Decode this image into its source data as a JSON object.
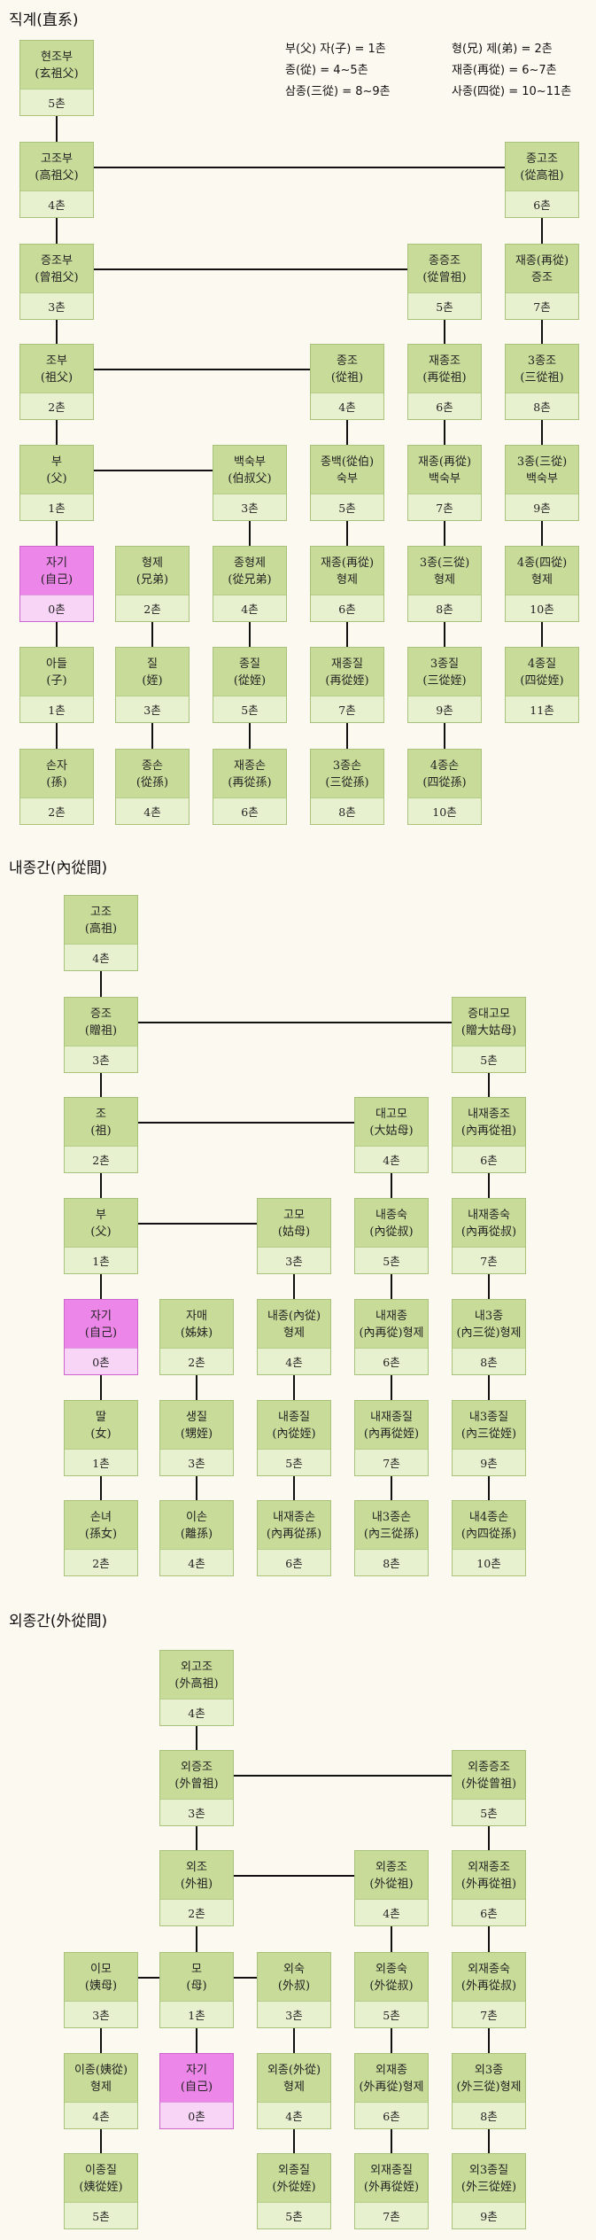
{
  "sections": [
    {
      "title": "직계(直系)",
      "legend": [
        [
          "부(父) 자(子) = 1촌",
          "형(兄) 제(弟) = 2촌"
        ],
        [
          "종(從) = 4~5촌",
          "재종(再從) = 6~7촌"
        ],
        [
          "삼종(三從) = 8~9촌",
          "사종(四從) = 10~11촌"
        ]
      ],
      "nodes": [
        {
          "id": "a",
          "c": 0,
          "r": 0,
          "l1": "현조부",
          "l2": "(玄祖父)",
          "d": "5촌"
        },
        {
          "id": "b",
          "c": 0,
          "r": 1,
          "l1": "고조부",
          "l2": "(高祖父)",
          "d": "4촌"
        },
        {
          "id": "c",
          "c": 5,
          "r": 1,
          "l1": "종고조",
          "l2": "(從高祖)",
          "d": "6촌"
        },
        {
          "id": "d",
          "c": 0,
          "r": 2,
          "l1": "증조부",
          "l2": "(曾祖父)",
          "d": "3촌"
        },
        {
          "id": "e",
          "c": 4,
          "r": 2,
          "l1": "종증조",
          "l2": "(從曾祖)",
          "d": "5촌"
        },
        {
          "id": "f",
          "c": 5,
          "r": 2,
          "l1": "재종(再從)",
          "l2": "증조",
          "d": "7촌"
        },
        {
          "id": "g",
          "c": 0,
          "r": 3,
          "l1": "조부",
          "l2": "(祖父)",
          "d": "2촌"
        },
        {
          "id": "h",
          "c": 3,
          "r": 3,
          "l1": "종조",
          "l2": "(從祖)",
          "d": "4촌"
        },
        {
          "id": "i",
          "c": 4,
          "r": 3,
          "l1": "재종조",
          "l2": "(再從祖)",
          "d": "6촌"
        },
        {
          "id": "j",
          "c": 5,
          "r": 3,
          "l1": "3종조",
          "l2": "(三從祖)",
          "d": "8촌"
        },
        {
          "id": "k",
          "c": 0,
          "r": 4,
          "l1": "부",
          "l2": "(父)",
          "d": "1촌"
        },
        {
          "id": "l",
          "c": 2,
          "r": 4,
          "l1": "백숙부",
          "l2": "(伯叔父)",
          "d": "3촌"
        },
        {
          "id": "m",
          "c": 3,
          "r": 4,
          "l1": "종백(從伯)",
          "l2": "숙부",
          "d": "5촌"
        },
        {
          "id": "n",
          "c": 4,
          "r": 4,
          "l1": "재종(再從)",
          "l2": "백숙부",
          "d": "7촌"
        },
        {
          "id": "o",
          "c": 5,
          "r": 4,
          "l1": "3종(三從)",
          "l2": "백숙부",
          "d": "9촌"
        },
        {
          "id": "p",
          "c": 0,
          "r": 5,
          "l1": "자기",
          "l2": "(自己)",
          "d": "0촌",
          "self": true
        },
        {
          "id": "q",
          "c": 1,
          "r": 5,
          "l1": "형제",
          "l2": "(兄弟)",
          "d": "2촌"
        },
        {
          "id": "r",
          "c": 2,
          "r": 5,
          "l1": "종형제",
          "l2": "(從兄弟)",
          "d": "4촌"
        },
        {
          "id": "s",
          "c": 3,
          "r": 5,
          "l1": "재종(再從)",
          "l2": "형제",
          "d": "6촌"
        },
        {
          "id": "t",
          "c": 4,
          "r": 5,
          "l1": "3종(三從)",
          "l2": "형제",
          "d": "8촌"
        },
        {
          "id": "u",
          "c": 5,
          "r": 5,
          "l1": "4종(四從)",
          "l2": "형제",
          "d": "10촌"
        },
        {
          "id": "v",
          "c": 0,
          "r": 6,
          "l1": "아들",
          "l2": "(子)",
          "d": "1촌"
        },
        {
          "id": "w",
          "c": 1,
          "r": 6,
          "l1": "질",
          "l2": "(姪)",
          "d": "3촌"
        },
        {
          "id": "x",
          "c": 2,
          "r": 6,
          "l1": "종질",
          "l2": "(從姪)",
          "d": "5촌"
        },
        {
          "id": "y",
          "c": 3,
          "r": 6,
          "l1": "재종질",
          "l2": "(再從姪)",
          "d": "7촌"
        },
        {
          "id": "z",
          "c": 4,
          "r": 6,
          "l1": "3종질",
          "l2": "(三從姪)",
          "d": "9촌"
        },
        {
          "id": "aa",
          "c": 5,
          "r": 6,
          "l1": "4종질",
          "l2": "(四從姪)",
          "d": "11촌"
        },
        {
          "id": "ab",
          "c": 0,
          "r": 7,
          "l1": "손자",
          "l2": "(孫)",
          "d": "2촌"
        },
        {
          "id": "ac",
          "c": 1,
          "r": 7,
          "l1": "종손",
          "l2": "(從孫)",
          "d": "4촌"
        },
        {
          "id": "ad",
          "c": 2,
          "r": 7,
          "l1": "재종손",
          "l2": "(再從孫)",
          "d": "6촌"
        },
        {
          "id": "ae",
          "c": 3,
          "r": 7,
          "l1": "3종손",
          "l2": "(三從孫)",
          "d": "8촌"
        },
        {
          "id": "af",
          "c": 4,
          "r": 7,
          "l1": "4종손",
          "l2": "(四從孫)",
          "d": "10촌"
        }
      ],
      "edges": [
        [
          "a",
          "b"
        ],
        [
          "b",
          "d"
        ],
        [
          "d",
          "g"
        ],
        [
          "g",
          "k"
        ],
        [
          "k",
          "p"
        ],
        [
          "p",
          "v"
        ],
        [
          "v",
          "ab"
        ],
        [
          "b",
          "c"
        ],
        [
          "c",
          "f"
        ],
        [
          "f",
          "j"
        ],
        [
          "j",
          "o"
        ],
        [
          "o",
          "u"
        ],
        [
          "u",
          "aa"
        ],
        [
          "d",
          "e"
        ],
        [
          "e",
          "i"
        ],
        [
          "i",
          "n"
        ],
        [
          "n",
          "t"
        ],
        [
          "t",
          "z"
        ],
        [
          "z",
          "af"
        ],
        [
          "g",
          "h"
        ],
        [
          "h",
          "m"
        ],
        [
          "m",
          "s"
        ],
        [
          "s",
          "y"
        ],
        [
          "y",
          "ae"
        ],
        [
          "k",
          "l"
        ],
        [
          "l",
          "r"
        ],
        [
          "r",
          "x"
        ],
        [
          "x",
          "ad"
        ],
        [
          "q",
          "w"
        ],
        [
          "w",
          "ac"
        ]
      ]
    },
    {
      "title": "내종간(內從間)",
      "nodes": [
        {
          "id": "a",
          "c": 0,
          "r": 0,
          "l1": "고조",
          "l2": "(高祖)",
          "d": "4촌"
        },
        {
          "id": "b",
          "c": 0,
          "r": 1,
          "l1": "증조",
          "l2": "(贈祖)",
          "d": "3촌"
        },
        {
          "id": "c",
          "c": 4,
          "r": 1,
          "l1": "증대고모",
          "l2": "(贈大姑母)",
          "d": "5촌"
        },
        {
          "id": "d",
          "c": 0,
          "r": 2,
          "l1": "조",
          "l2": "(祖)",
          "d": "2촌"
        },
        {
          "id": "e",
          "c": 3,
          "r": 2,
          "l1": "대고모",
          "l2": "(大姑母)",
          "d": "4촌"
        },
        {
          "id": "f",
          "c": 4,
          "r": 2,
          "l1": "내재종조",
          "l2": "(內再從祖)",
          "d": "6촌"
        },
        {
          "id": "g",
          "c": 0,
          "r": 3,
          "l1": "부",
          "l2": "(父)",
          "d": "1촌"
        },
        {
          "id": "h",
          "c": 2,
          "r": 3,
          "l1": "고모",
          "l2": "(姑母)",
          "d": "3촌"
        },
        {
          "id": "i",
          "c": 3,
          "r": 3,
          "l1": "내종숙",
          "l2": "(內從叔)",
          "d": "5촌"
        },
        {
          "id": "j",
          "c": 4,
          "r": 3,
          "l1": "내재종숙",
          "l2": "(內再從叔)",
          "d": "7촌"
        },
        {
          "id": "k",
          "c": 0,
          "r": 4,
          "l1": "자기",
          "l2": "(自己)",
          "d": "0촌",
          "self": true
        },
        {
          "id": "l",
          "c": 1,
          "r": 4,
          "l1": "자매",
          "l2": "(姊妹)",
          "d": "2촌"
        },
        {
          "id": "m",
          "c": 2,
          "r": 4,
          "l1": "내종(內從)",
          "l2": "형제",
          "d": "4촌"
        },
        {
          "id": "n",
          "c": 3,
          "r": 4,
          "l1": "내재종",
          "l2": "(內再從)형제",
          "d": "6촌"
        },
        {
          "id": "o",
          "c": 4,
          "r": 4,
          "l1": "내3종",
          "l2": "(內三從)형제",
          "d": "8촌"
        },
        {
          "id": "p",
          "c": 0,
          "r": 5,
          "l1": "딸",
          "l2": "(女)",
          "d": "1촌"
        },
        {
          "id": "q",
          "c": 1,
          "r": 5,
          "l1": "생질",
          "l2": "(甥姪)",
          "d": "3촌"
        },
        {
          "id": "r",
          "c": 2,
          "r": 5,
          "l1": "내종질",
          "l2": "(內從姪)",
          "d": "5촌"
        },
        {
          "id": "s",
          "c": 3,
          "r": 5,
          "l1": "내재종질",
          "l2": "(內再從姪)",
          "d": "7촌"
        },
        {
          "id": "t",
          "c": 4,
          "r": 5,
          "l1": "내3종질",
          "l2": "(內三從姪)",
          "d": "9촌"
        },
        {
          "id": "u",
          "c": 0,
          "r": 6,
          "l1": "손녀",
          "l2": "(孫女)",
          "d": "2촌"
        },
        {
          "id": "v",
          "c": 1,
          "r": 6,
          "l1": "이손",
          "l2": "(離孫)",
          "d": "4촌"
        },
        {
          "id": "w",
          "c": 2,
          "r": 6,
          "l1": "내재종손",
          "l2": "(內再從孫)",
          "d": "6촌"
        },
        {
          "id": "x",
          "c": 3,
          "r": 6,
          "l1": "내3종손",
          "l2": "(內三從孫)",
          "d": "8촌"
        },
        {
          "id": "y",
          "c": 4,
          "r": 6,
          "l1": "내4종손",
          "l2": "(內四從孫)",
          "d": "10촌"
        }
      ],
      "edges": [
        [
          "a",
          "b"
        ],
        [
          "b",
          "d"
        ],
        [
          "d",
          "g"
        ],
        [
          "g",
          "k"
        ],
        [
          "k",
          "p"
        ],
        [
          "p",
          "u"
        ],
        [
          "b",
          "c"
        ],
        [
          "c",
          "f"
        ],
        [
          "f",
          "j"
        ],
        [
          "j",
          "o"
        ],
        [
          "o",
          "t"
        ],
        [
          "t",
          "y"
        ],
        [
          "d",
          "e"
        ],
        [
          "e",
          "i"
        ],
        [
          "i",
          "n"
        ],
        [
          "n",
          "s"
        ],
        [
          "s",
          "x"
        ],
        [
          "g",
          "h"
        ],
        [
          "h",
          "m"
        ],
        [
          "m",
          "r"
        ],
        [
          "r",
          "w"
        ],
        [
          "l",
          "q"
        ],
        [
          "q",
          "v"
        ]
      ]
    },
    {
      "title": "외종간(外從間)",
      "nodes": [
        {
          "id": "a",
          "c": 1,
          "r": 0,
          "l1": "외고조",
          "l2": "(外高祖)",
          "d": "4촌"
        },
        {
          "id": "b",
          "c": 1,
          "r": 1,
          "l1": "외증조",
          "l2": "(外曾祖)",
          "d": "3촌"
        },
        {
          "id": "c",
          "c": 4,
          "r": 1,
          "l1": "외종증조",
          "l2": "(外從曾祖)",
          "d": "5촌"
        },
        {
          "id": "d",
          "c": 1,
          "r": 2,
          "l1": "외조",
          "l2": "(外祖)",
          "d": "2촌"
        },
        {
          "id": "e",
          "c": 3,
          "r": 2,
          "l1": "외종조",
          "l2": "(外從祖)",
          "d": "4촌"
        },
        {
          "id": "f",
          "c": 4,
          "r": 2,
          "l1": "외재종조",
          "l2": "(外再從祖)",
          "d": "6촌"
        },
        {
          "id": "g",
          "c": 0,
          "r": 3,
          "l1": "이모",
          "l2": "(姨母)",
          "d": "3촌"
        },
        {
          "id": "h",
          "c": 1,
          "r": 3,
          "l1": "모",
          "l2": "(母)",
          "d": "1촌"
        },
        {
          "id": "i",
          "c": 2,
          "r": 3,
          "l1": "외숙",
          "l2": "(外叔)",
          "d": "3촌"
        },
        {
          "id": "j",
          "c": 3,
          "r": 3,
          "l1": "외종숙",
          "l2": "(外從叔)",
          "d": "5촌"
        },
        {
          "id": "k",
          "c": 4,
          "r": 3,
          "l1": "외재종숙",
          "l2": "(外再從叔)",
          "d": "7촌"
        },
        {
          "id": "l",
          "c": 0,
          "r": 4,
          "l1": "이종(姨從)",
          "l2": "형제",
          "d": "4촌"
        },
        {
          "id": "m",
          "c": 1,
          "r": 4,
          "l1": "자기",
          "l2": "(自己)",
          "d": "0촌",
          "self": true
        },
        {
          "id": "n",
          "c": 2,
          "r": 4,
          "l1": "외종(外從)",
          "l2": "형제",
          "d": "4촌"
        },
        {
          "id": "o",
          "c": 3,
          "r": 4,
          "l1": "외재종",
          "l2": "(外再從)형제",
          "d": "6촌"
        },
        {
          "id": "p",
          "c": 4,
          "r": 4,
          "l1": "외3종",
          "l2": "(外三從)형제",
          "d": "8촌"
        },
        {
          "id": "q",
          "c": 0,
          "r": 5,
          "l1": "이종질",
          "l2": "(姨從姪)",
          "d": "5촌"
        },
        {
          "id": "r",
          "c": 2,
          "r": 5,
          "l1": "외종질",
          "l2": "(外從姪)",
          "d": "5촌"
        },
        {
          "id": "s",
          "c": 3,
          "r": 5,
          "l1": "외재종질",
          "l2": "(外再從姪)",
          "d": "7촌"
        },
        {
          "id": "t",
          "c": 4,
          "r": 5,
          "l1": "외3종질",
          "l2": "(外三從姪)",
          "d": "9촌"
        }
      ],
      "edges": [
        [
          "a",
          "b"
        ],
        [
          "b",
          "d"
        ],
        [
          "d",
          "h"
        ],
        [
          "h",
          "m"
        ],
        [
          "b",
          "c"
        ],
        [
          "c",
          "f"
        ],
        [
          "f",
          "k"
        ],
        [
          "k",
          "p"
        ],
        [
          "p",
          "t"
        ],
        [
          "d",
          "e"
        ],
        [
          "e",
          "j"
        ],
        [
          "j",
          "o"
        ],
        [
          "o",
          "s"
        ],
        [
          "g",
          "h"
        ],
        [
          "h",
          "i"
        ],
        [
          "i",
          "n"
        ],
        [
          "n",
          "r"
        ],
        [
          "g",
          "l"
        ],
        [
          "l",
          "q"
        ]
      ]
    }
  ]
}
